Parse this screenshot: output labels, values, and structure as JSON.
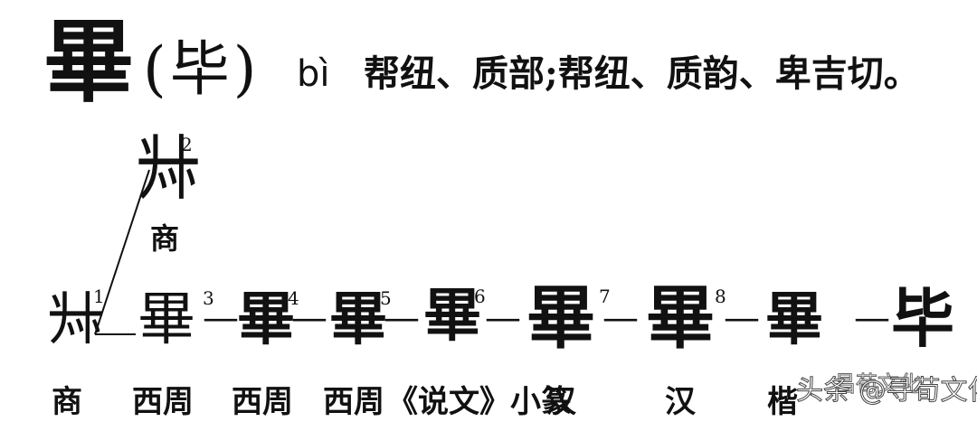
{
  "header": {
    "traditional_char": "畢",
    "simplified_paren": "(毕)",
    "pinyin": "bì",
    "fanqie": "帮纽、质部;帮纽、质韵、卑吉切。"
  },
  "variants": [
    {
      "num": "1",
      "glyph": "𠦑",
      "label": "商"
    },
    {
      "num": "3",
      "glyph": "畢",
      "label": "西周"
    },
    {
      "num": "4",
      "glyph": "畢",
      "label": "西周"
    },
    {
      "num": "5",
      "glyph": "畢",
      "label": "西周"
    },
    {
      "num": "6",
      "glyph": "畢",
      "label": "《说文》小篆"
    },
    {
      "num": "7",
      "glyph": "畢",
      "label": "汉"
    },
    {
      "num": "8",
      "glyph": "畢",
      "label": "汉"
    },
    {
      "num": "",
      "glyph": "畢",
      "label": "楷"
    },
    {
      "num": "",
      "glyph": "毕",
      "label": ""
    }
  ],
  "top_variant": {
    "num": "2",
    "glyph": "𠦑",
    "label": "商"
  },
  "dash": "—",
  "watermark": {
    "top_text": "昌荀文化",
    "platform": "头条",
    "account": "@寻荀文化"
  }
}
